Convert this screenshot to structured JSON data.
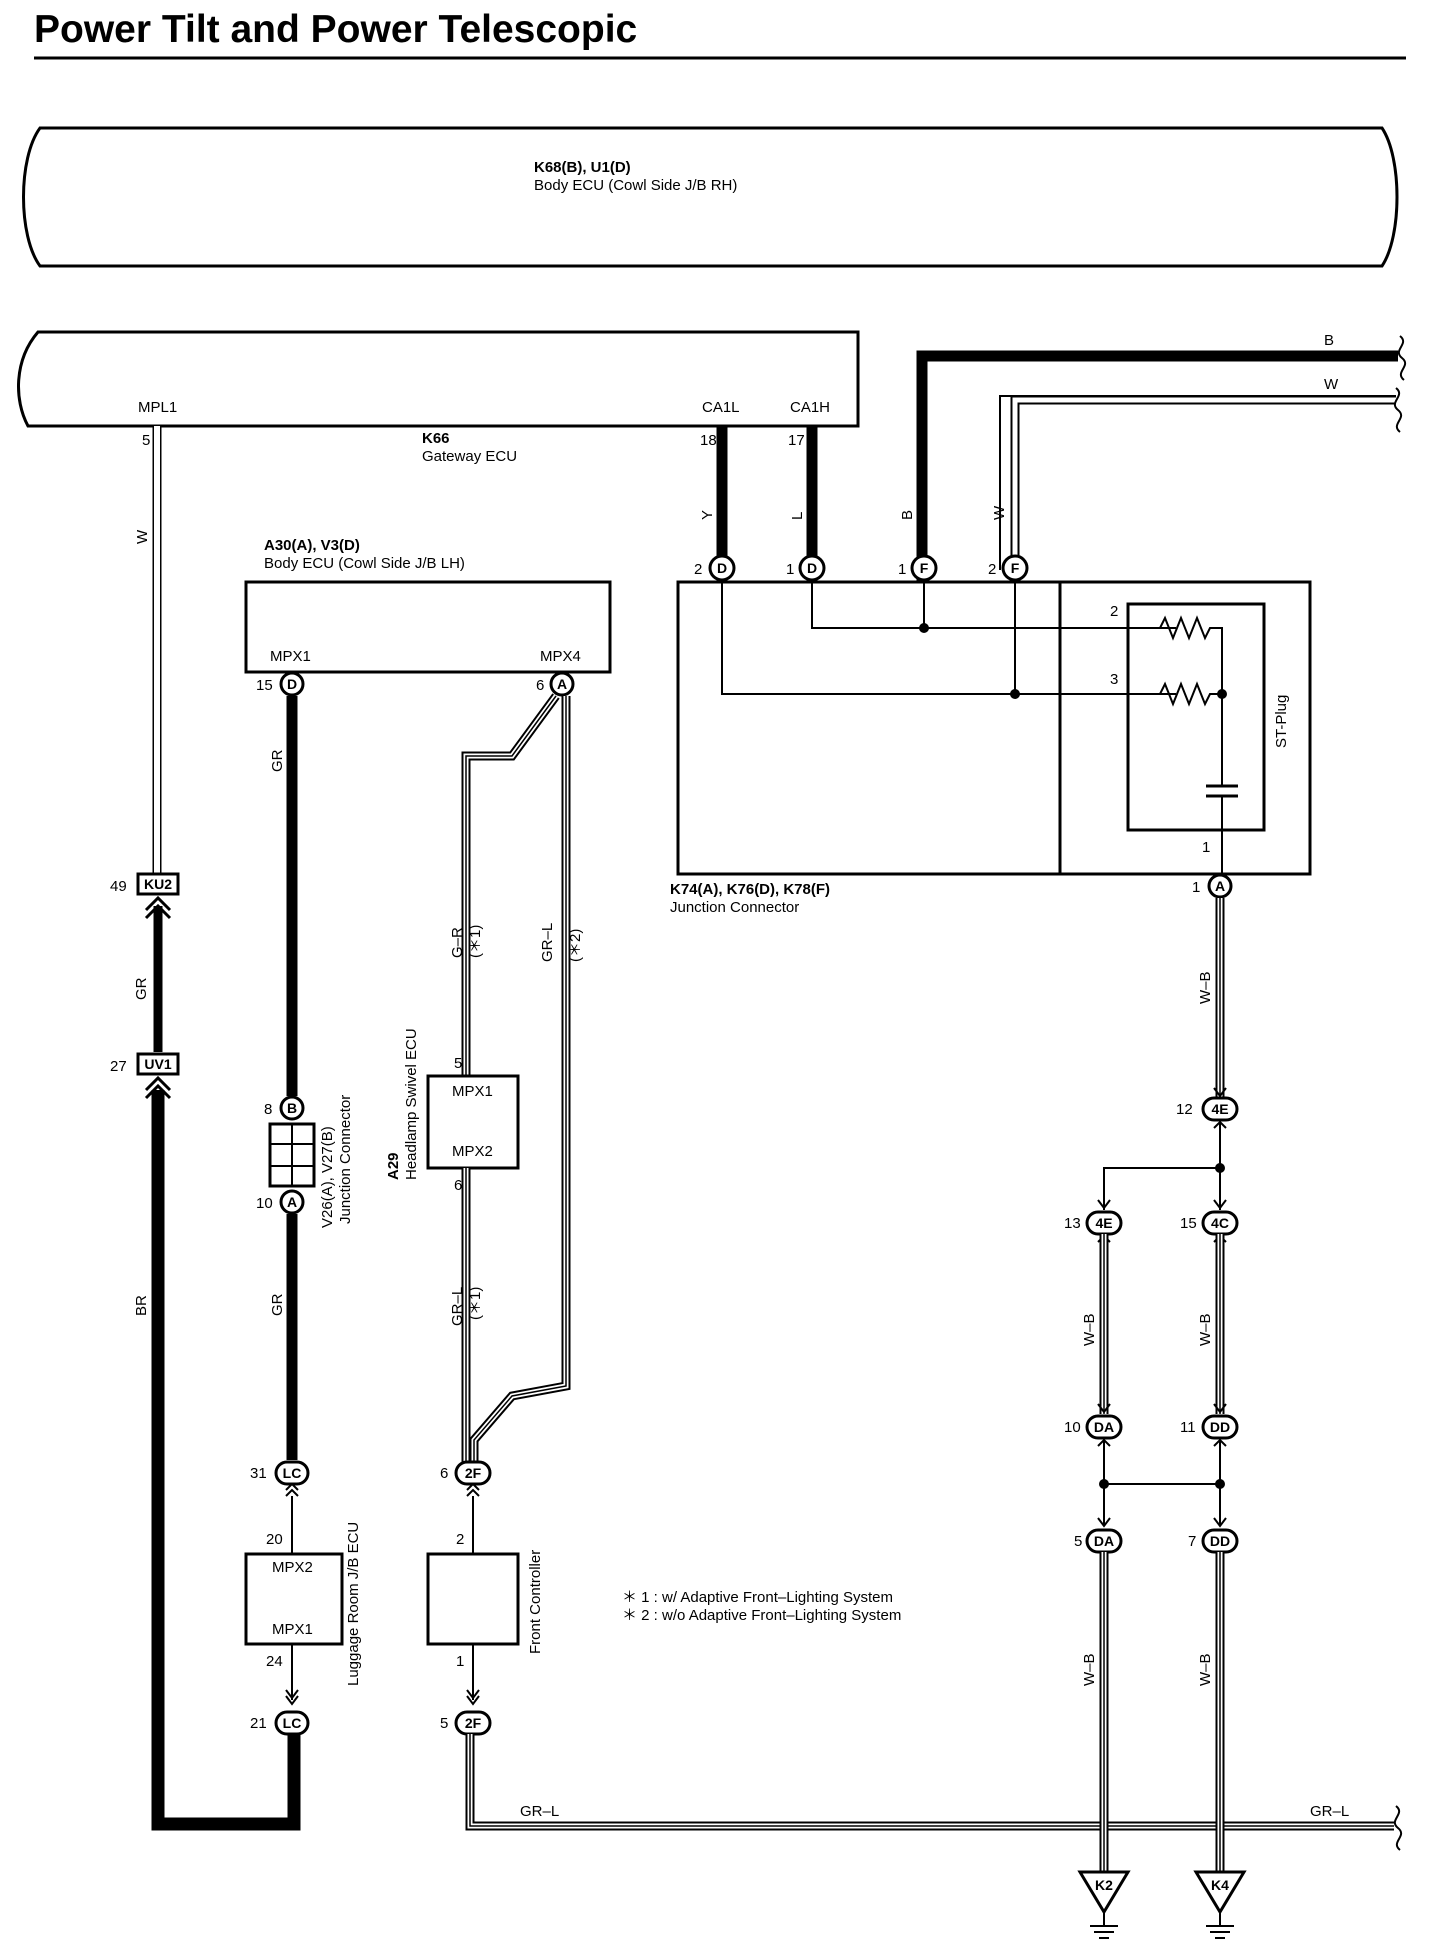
{
  "title": "Power Tilt and Power Telescopic",
  "components": {
    "body_ecu_rh": {
      "code": "K68(B), U1(D)",
      "name": "Body ECU (Cowl Side J/B RH)"
    },
    "gateway_ecu": {
      "code": "K66",
      "name": "Gateway ECU"
    },
    "body_ecu_lh": {
      "code": "A30(A), V3(D)",
      "name": "Body ECU (Cowl Side J/B LH)"
    },
    "junction_connector": {
      "code": "K74(A), K76(D), K78(F)",
      "name": "Junction Connector"
    },
    "junction_connector_v": {
      "code": "V26(A), V27(B)",
      "name": "Junction Connector"
    },
    "headlamp_swivel_ecu": {
      "code": "A29",
      "name": "Headlamp Swivel ECU"
    },
    "luggage_room_ecu": {
      "name": "Luggage Room J/B ECU"
    },
    "front_controller": {
      "name": "Front Controller"
    },
    "st_plug": {
      "name": "ST-Plug"
    }
  },
  "terminals": {
    "mpl1": "MPL1",
    "ca1l": "CA1L",
    "ca1h": "CA1H",
    "mpx1": "MPX1",
    "mpx2": "MPX2",
    "mpx4": "MPX4"
  },
  "pins": {
    "p5": "5",
    "p18": "18",
    "p17": "17",
    "p2": "2",
    "p1": "1",
    "p3": "3",
    "p15": "15",
    "p6": "6",
    "p49": "49",
    "p27": "27",
    "p8": "8",
    "p10": "10",
    "p31": "31",
    "p20": "20",
    "p24": "24",
    "p21": "21",
    "p12": "12",
    "p13": "13",
    "p11": "11",
    "p7": "7"
  },
  "connectors": {
    "D": "D",
    "F": "F",
    "A": "A",
    "B": "B",
    "KU2": "KU2",
    "UV1": "UV1",
    "LC": "LC",
    "2F": "2F",
    "4E": "4E",
    "4C": "4C",
    "DA": "DA",
    "DD": "DD"
  },
  "wire_colors": {
    "B": "B",
    "W": "W",
    "Y": "Y",
    "L": "L",
    "GR": "GR",
    "BR": "BR",
    "GR_L": "GR–L",
    "G_R": "G–R",
    "W_B": "W–B"
  },
  "footnotes": {
    "n1": "(＊1)",
    "n2": "(＊2)",
    "note1": "＊ 1 : w/ Adaptive Front–Lighting System",
    "note2": "＊ 2 : w/o Adaptive Front–Lighting System"
  },
  "grounds": {
    "k2": "K2",
    "k4": "K4"
  }
}
